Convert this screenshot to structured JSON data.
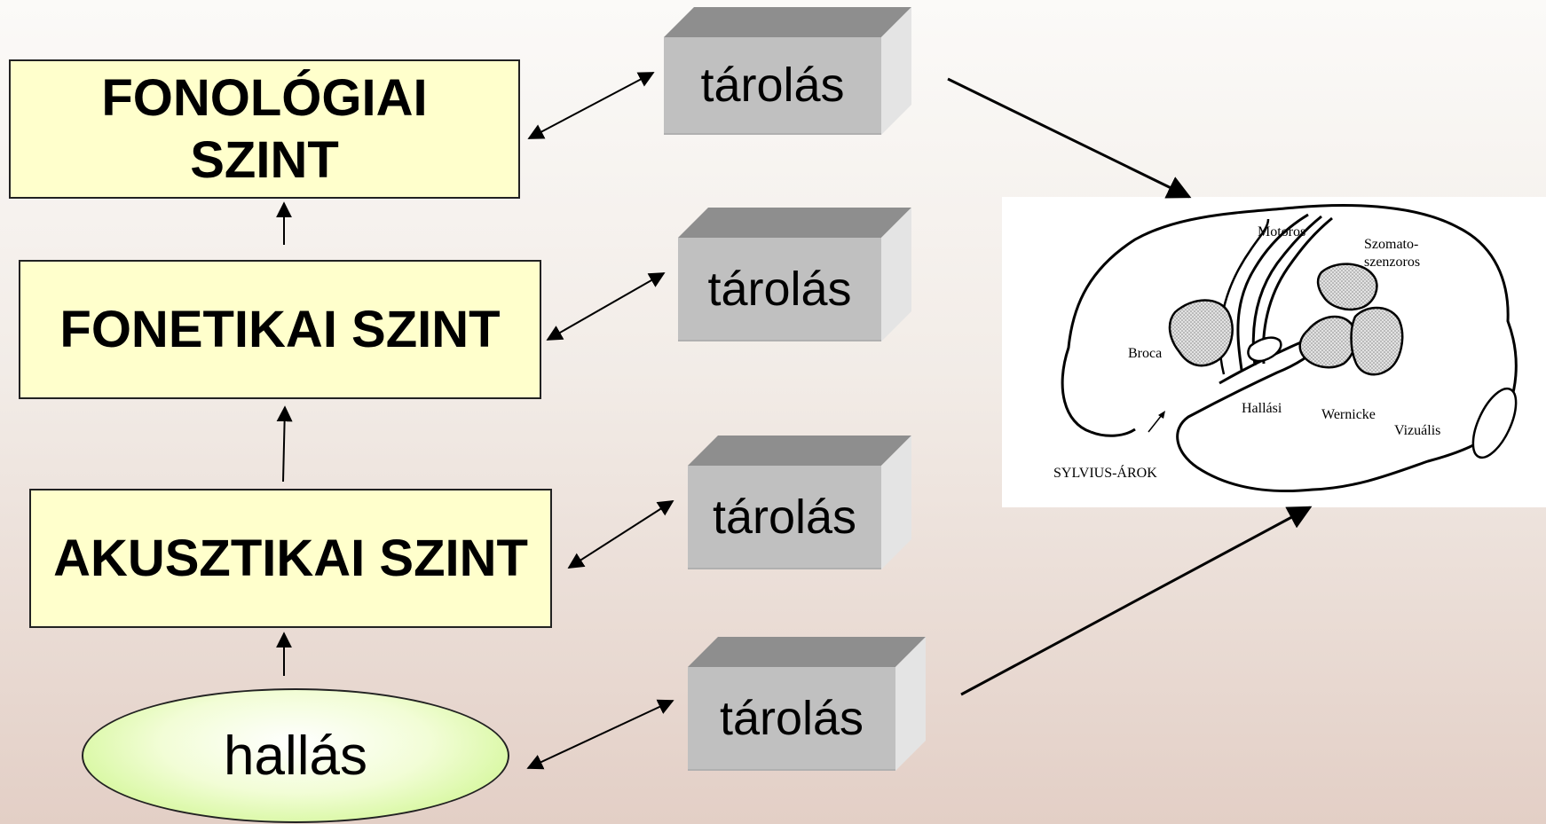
{
  "levels": {
    "phonological_line1": "FONOLÓGIAI",
    "phonological_line2": "SZINT",
    "phonetic": "FONETIKAI SZINT",
    "acoustic": "AKUSZTIKAI SZINT"
  },
  "hearing": "hallás",
  "storage": [
    "tárolás",
    "tárolás",
    "tárolás",
    "tárolás"
  ],
  "brain": {
    "labels": {
      "motor": "Motoros",
      "somato": "Szomato-",
      "somato2": "szenzoros",
      "broca": "Broca",
      "auditory": "Hallási",
      "wernicke": "Wernicke",
      "visual": "Vizuális",
      "sylvius": "SYLVIUS-ÁROK"
    }
  },
  "colors": {
    "level_fill": "#ffffcc",
    "hearing_fill": "#c4f47a",
    "storage_front": "#c0c0c0",
    "storage_top": "#8e8e8e",
    "storage_side": "#e4e4e4"
  }
}
